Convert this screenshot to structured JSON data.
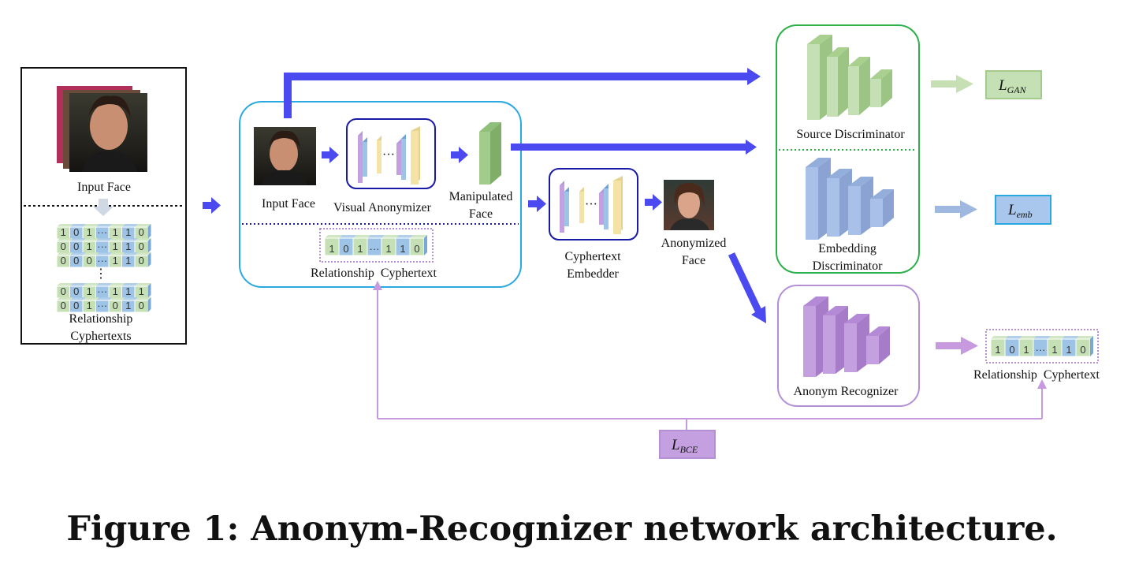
{
  "caption": "Figure 1: Anonym-Recognizer network architecture.",
  "input_panel": {
    "input_face_label": "Input Face",
    "relationship_cyphertexts_label_1": "Relationship",
    "relationship_cyphertexts_label_2": "Cyphertexts",
    "bit_rows": [
      [
        "1",
        "0",
        "1",
        "···",
        "1",
        "1",
        "0"
      ],
      [
        "0",
        "0",
        "1",
        "···",
        "1",
        "1",
        "0"
      ],
      [
        "0",
        "0",
        "0",
        "···",
        "1",
        "1",
        "0"
      ],
      [
        "0",
        "0",
        "1",
        "···",
        "1",
        "1",
        "1"
      ],
      [
        "0",
        "0",
        "1",
        "···",
        "0",
        "1",
        "0"
      ]
    ],
    "ellipsis": "⋮"
  },
  "anonymizer_panel": {
    "input_face_label": "Input Face",
    "visual_anonymizer_label": "Visual Anonymizer",
    "manipulated_face_label_1": "Manipulated",
    "manipulated_face_label_2": "Face",
    "relationship_cyphertext_label": "Relationship  Cyphertext",
    "bits": [
      "1",
      "0",
      "1",
      "···",
      "1",
      "1",
      "0"
    ],
    "dots": "···"
  },
  "embedder": {
    "label_1": "Cyphertext",
    "label_2": "Embedder",
    "dots": "···"
  },
  "anonymized_face": {
    "label_1": "Anonymized",
    "label_2": "Face"
  },
  "discriminators": {
    "source_label": "Source Discriminator",
    "embedding_label_1": "Embedding",
    "embedding_label_2": "Discriminator"
  },
  "recognizer": {
    "label": "Anonym Recognizer"
  },
  "output_cyphertext": {
    "label": "Relationship  Cyphertext",
    "bits": [
      "1",
      "0",
      "1",
      "···",
      "1",
      "1",
      "0"
    ]
  },
  "losses": {
    "gan": {
      "main": "L",
      "sub": "GAN"
    },
    "emb": {
      "main": "L",
      "sub": "emb"
    },
    "bce": {
      "main": "L",
      "sub": "BCE"
    }
  },
  "colors": {
    "arrow_blue": "#4a4af0",
    "arrow_green": "#c6e0b4",
    "arrow_lightblue": "#9fb8e0",
    "arrow_purple": "#c79ae0",
    "panel_cyan": "#29a9e0",
    "panel_navy": "#1a1aa8",
    "panel_green": "#2bb04a",
    "panel_purple": "#b48fd6",
    "bit_green": "#c5e0b4",
    "bit_blue": "#9dc3e6",
    "layer_green": "#b9dca5",
    "layer_blue": "#a9c0e8",
    "layer_purple": "#c5a0e0",
    "layer_yellow": "#f3e3a7"
  }
}
